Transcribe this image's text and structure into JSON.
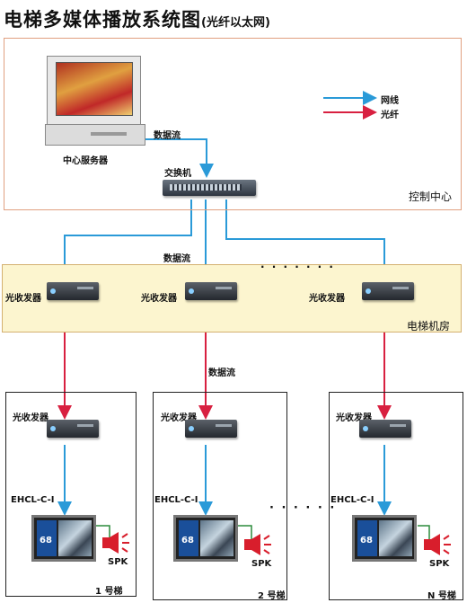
{
  "title": "电梯多媒体播放系统图",
  "subtitle": "(光纤以太网)",
  "legend": {
    "network_line": "网线",
    "fiber_line": "光纤",
    "network_color": "#2a9ad8",
    "fiber_color": "#d82040"
  },
  "control_center": {
    "label": "控制中心",
    "server_label": "中心服务器",
    "data_flow_label": "数据流",
    "switch_label": "交换机"
  },
  "machine_room": {
    "label": "电梯机房",
    "data_flow_label": "数据流",
    "transceivers": [
      "光收发器",
      "光收发器",
      "光收发器"
    ],
    "ellipsis": "· · · · · · ·"
  },
  "fiber_data_flow_label": "数据流",
  "elevators": [
    {
      "transceiver": "光收发器",
      "player": "EHCL-C-I",
      "speaker": "SPK",
      "name": "1 号梯",
      "screen_number": "68"
    },
    {
      "transceiver": "光收发器",
      "player": "EHCL-C-I",
      "speaker": "SPK",
      "name": "2 号梯",
      "screen_number": "68"
    },
    {
      "transceiver": "光收发器",
      "player": "EHCL-C-I",
      "speaker": "SPK",
      "name": "N 号梯",
      "screen_number": "68"
    }
  ],
  "elevator_ellipsis": "· · · · · ·",
  "colors": {
    "network": "#2a9ad8",
    "fiber": "#d82040",
    "control_border": "#e0a080",
    "room_fill": "#fcf5cf",
    "speaker_link": "#2c8c3c"
  }
}
